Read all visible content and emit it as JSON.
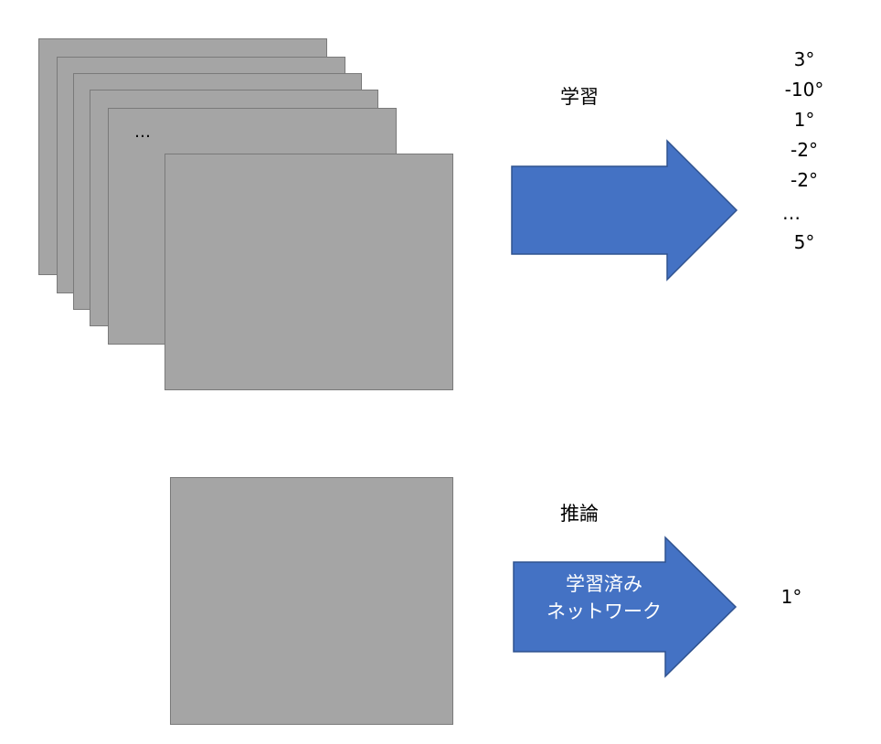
{
  "colors": {
    "card_fill": "#a5a5a5",
    "card_border": "#7a7a7a",
    "arrow_fill": "#4472c4",
    "arrow_border": "#2f528f"
  },
  "training": {
    "label": "学習",
    "stack_ellipsis": "…",
    "outputs": [
      "3°",
      "-10°",
      "1°",
      "-2°",
      "-2°",
      "…",
      "5°"
    ]
  },
  "inference": {
    "label": "推論",
    "arrow_line1": "学習済み",
    "arrow_line2": "ネットワーク",
    "output": "1°"
  }
}
